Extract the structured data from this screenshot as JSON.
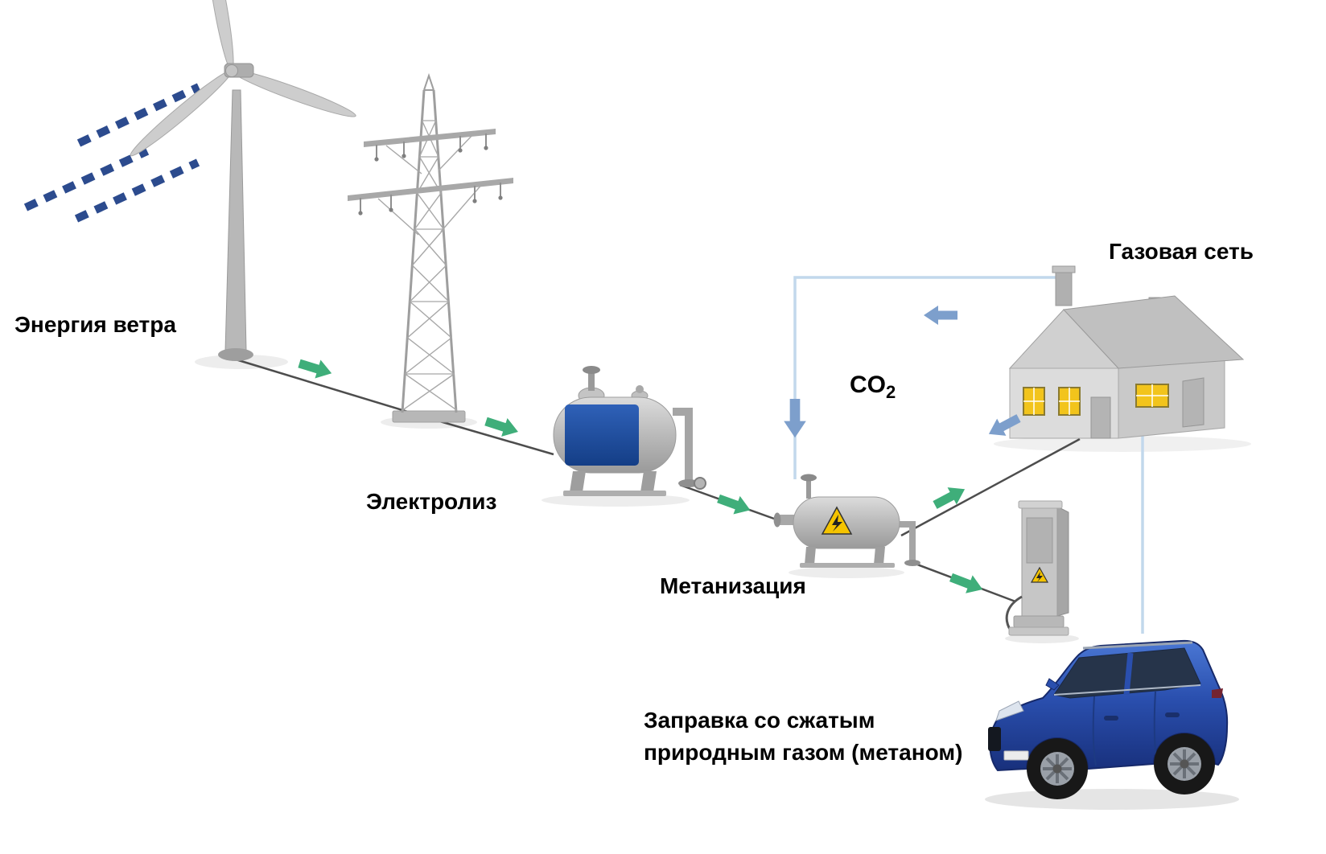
{
  "diagram": {
    "background": "#ffffff",
    "labels": {
      "wind": "Энергия ветра",
      "electrolysis": "Электролиз",
      "methanation": "Метанизация",
      "gas_network": "Газовая сеть",
      "co2_main": "CO",
      "co2_sub": "2",
      "fueling_line1": "Заправка со сжатым",
      "fueling_line2": "природным газом (метаном)"
    },
    "nodes": [
      {
        "id": "wind-turbine",
        "label": "Энергия ветра",
        "type": "wind-turbine"
      },
      {
        "id": "transmission-tower",
        "label": "",
        "type": "power-pylon"
      },
      {
        "id": "electrolysis-tank",
        "label": "Электролиз",
        "type": "pressure-tank"
      },
      {
        "id": "methanation-reactor",
        "label": "Метанизация",
        "type": "pressure-tank"
      },
      {
        "id": "gas-network-house",
        "label": "Газовая сеть",
        "type": "house"
      },
      {
        "id": "cng-fueling-station",
        "label": "Заправка со сжатым природным газом (метаном)",
        "type": "fueling-column"
      },
      {
        "id": "cng-car",
        "label": "",
        "type": "car"
      }
    ],
    "flows": [
      {
        "from": "wind-turbine",
        "to": "transmission-tower",
        "arrow": "green"
      },
      {
        "from": "transmission-tower",
        "to": "electrolysis-tank",
        "arrow": "green"
      },
      {
        "from": "electrolysis-tank",
        "to": "methanation-reactor",
        "arrow": "green"
      },
      {
        "from": "methanation-reactor",
        "to": "gas-network-house",
        "arrow": "green"
      },
      {
        "from": "methanation-reactor",
        "to": "cng-fueling-station",
        "arrow": "green"
      },
      {
        "from": "gas-network-house",
        "to": "methanation-reactor",
        "label": "CO2",
        "arrow": "blue"
      }
    ],
    "colors": {
      "green_arrow": "#3fae7a",
      "blue_arrow": "#7d9fcc",
      "co2_line": "#c2d8ec",
      "flow_line": "#4d4d4d",
      "tank_blue": "#1e4e9c",
      "car_blue": "#2a4fae",
      "window_yellow": "#f2c41c",
      "warning_yellow": "#f5c400",
      "structure_gray": "#b4b4b4",
      "wind_dash_blue": "#2c4b8e"
    }
  }
}
